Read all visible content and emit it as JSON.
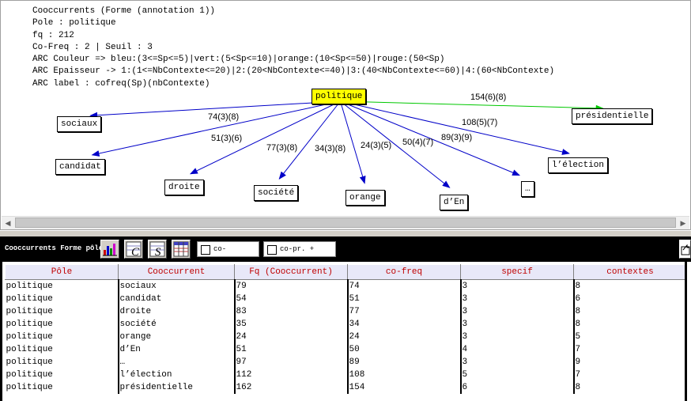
{
  "header": {
    "lines": [
      "Cooccurrents (Forme (annotation 1))",
      "Pole : politique",
      "fq : 212",
      "Co-Freq : 2 | Seuil : 3",
      "ARC Couleur => bleu:(3<=Sp<=5)|vert:(5<Sp<=10)|orange:(10<Sp<=50)|rouge:(50<Sp)",
      "ARC Epaisseur -> 1:(1<=NbContexte<=20)|2:(20<NbContexte<=40)|3:(40<NbContexte<=60)|4:(60<NbContexte)",
      "ARC label : cofreq(Sp)(nbContexte)"
    ]
  },
  "graph": {
    "pole": "politique",
    "colors": {
      "blue": "#0000c8",
      "green": "#00c800",
      "pole_bg": "#ffff00"
    },
    "nodes": [
      {
        "id": "sociaux",
        "label": "sociaux",
        "edge_label": "74(3)(8)",
        "color": "blue"
      },
      {
        "id": "candidat",
        "label": "candidat",
        "edge_label": "51(3)(6)",
        "color": "blue"
      },
      {
        "id": "droite",
        "label": "droite",
        "edge_label": "77(3)(8)",
        "color": "blue"
      },
      {
        "id": "societe",
        "label": "société",
        "edge_label": "34(3)(8)",
        "color": "blue"
      },
      {
        "id": "orange",
        "label": "orange",
        "edge_label": "24(3)(5)",
        "color": "blue"
      },
      {
        "id": "den",
        "label": "d’En",
        "edge_label": "50(4)(7)",
        "color": "blue"
      },
      {
        "id": "ellipsis",
        "label": "…",
        "edge_label": "89(3)(9)",
        "color": "blue"
      },
      {
        "id": "election",
        "label": "l’élection",
        "edge_label": "108(5)(7)",
        "color": "blue"
      },
      {
        "id": "presidentielle",
        "label": "présidentielle",
        "edge_label": "154(6)(8)",
        "color": "green"
      }
    ]
  },
  "toolbar": {
    "title": "Cooccurrents Forme pôle",
    "buttons": [
      "bar-chart-icon",
      "cooccurrents-c-icon",
      "specif-s-icon",
      "table-icon"
    ],
    "checkbox_copresence": "co-présence",
    "checkbox_copr_pole": "co-pr. + pôle"
  },
  "table": {
    "columns": [
      "Pôle",
      "Cooccurrent",
      "Fq (Cooccurrent)",
      "co-freq",
      "specif",
      "contextes"
    ],
    "rows": [
      [
        "politique",
        "sociaux",
        "79",
        "74",
        "3",
        "8"
      ],
      [
        "politique",
        "candidat",
        "54",
        "51",
        "3",
        "6"
      ],
      [
        "politique",
        "droite",
        "83",
        "77",
        "3",
        "8"
      ],
      [
        "politique",
        "société",
        "35",
        "34",
        "3",
        "8"
      ],
      [
        "politique",
        "orange",
        "24",
        "24",
        "3",
        "5"
      ],
      [
        "politique",
        "d’En",
        "51",
        "50",
        "4",
        "7"
      ],
      [
        "politique",
        "…",
        "97",
        "89",
        "3",
        "9"
      ],
      [
        "politique",
        "l’élection",
        "112",
        "108",
        "5",
        "7"
      ],
      [
        "politique",
        "présidentielle",
        "162",
        "154",
        "6",
        "8"
      ]
    ]
  }
}
